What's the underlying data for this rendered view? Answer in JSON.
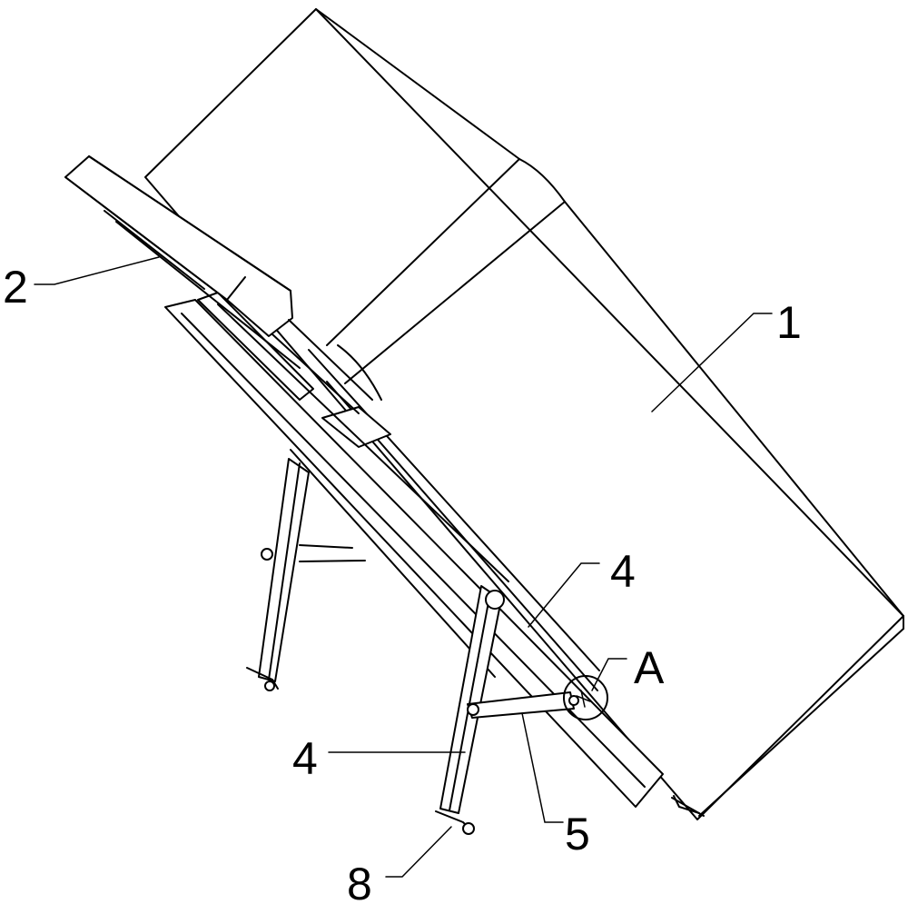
{
  "labels": {
    "l1": "1",
    "l2": "2",
    "l4_upper": "4",
    "l4_lower": "4",
    "lA": "A",
    "l5": "5",
    "l8": "8"
  }
}
